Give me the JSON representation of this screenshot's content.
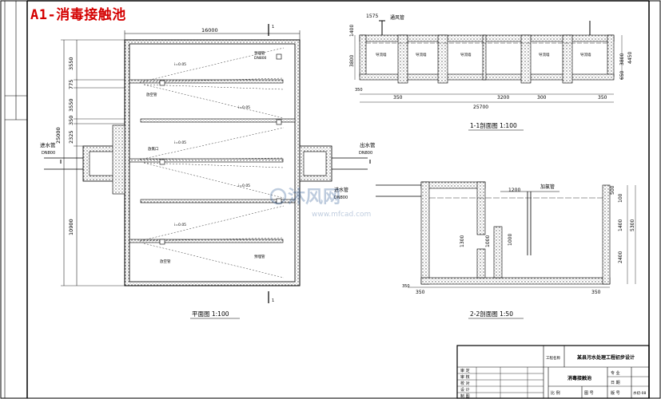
{
  "title": "A1-消毒接触池",
  "plan": {
    "caption": "平面图 1:100",
    "dim_top": "16000",
    "dim_total_left": "25000",
    "left_dims": [
      "3550",
      "775",
      "3550",
      "350",
      "2325",
      "10900"
    ],
    "inlet_label": "进水管",
    "inlet_pipe": "DN800",
    "outlet_label": "出水管",
    "outlet_pipe": "DN800",
    "slope": "i=0.05",
    "tag_drain": "放空管",
    "tag_vent": "放氯口",
    "tag_anchor": "预埋管",
    "tag_short": "DN800",
    "section_mark": "1"
  },
  "section11": {
    "caption": "1-1剖面图 1:100",
    "dim_top": "1575",
    "vent_label": "通风管",
    "left_dims": [
      "1400",
      "3800"
    ],
    "right_dims": [
      "4450",
      "3800",
      "650"
    ],
    "bottom_dims": [
      "350",
      "350",
      "3200",
      "300",
      "350"
    ],
    "dim_total": "25700",
    "baffle_label": "导流墙"
  },
  "section22": {
    "caption": "2-2剖面图 1:50",
    "inlet_label": "进水管",
    "inlet_pipe": "DN800",
    "dose_label": "加氯管",
    "dim_top": "1200",
    "right_dims": [
      "500",
      "100",
      "1400",
      "5300",
      "2400"
    ],
    "inner_dims": [
      "1300",
      "1000",
      "1000"
    ],
    "bottom_dims": [
      "350",
      "350",
      "350"
    ]
  },
  "titleblock": {
    "company": "工程名称",
    "project": "某县污水处理工程初步设计",
    "drawing": "消毒接触池",
    "rows": [
      "审 定",
      "审 核",
      "校 对",
      "设 计",
      "制 图"
    ],
    "labels_right": [
      "专 业",
      "日 期"
    ],
    "scale_row": [
      "比 例",
      "图 号",
      "版 号"
    ],
    "sheet": "水初-08"
  },
  "watermark": {
    "text": "沐风网",
    "url": "www.mfcad.com"
  }
}
